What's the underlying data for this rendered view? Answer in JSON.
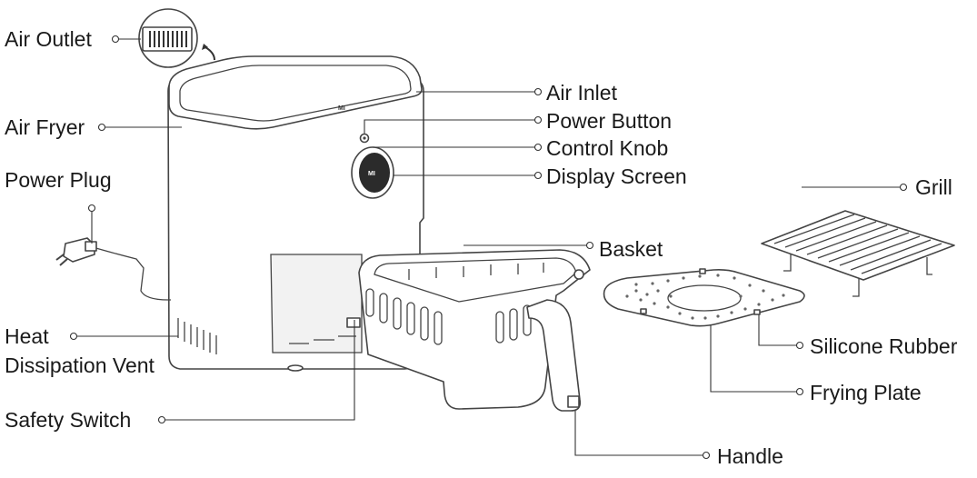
{
  "labels": {
    "air_outlet": "Air Outlet",
    "air_fryer": "Air Fryer",
    "power_plug": "Power Plug",
    "heat_vent_line1": "Heat",
    "heat_vent_line2": "Dissipation Vent",
    "safety_switch": "Safety Switch",
    "air_inlet": "Air Inlet",
    "power_button": "Power Button",
    "control_knob": "Control Knob",
    "display_screen": "Display Screen",
    "basket": "Basket",
    "grill": "Grill",
    "silicone_rubber": "Silicone Rubber",
    "frying_plate": "Frying Plate",
    "handle": "Handle"
  },
  "device": {
    "knob_brand_text": "MI",
    "lid_logo_text": "MI"
  },
  "colors": {
    "line": "#333333",
    "text": "#1a1a1a",
    "knob_face": "#2b2b2b"
  }
}
